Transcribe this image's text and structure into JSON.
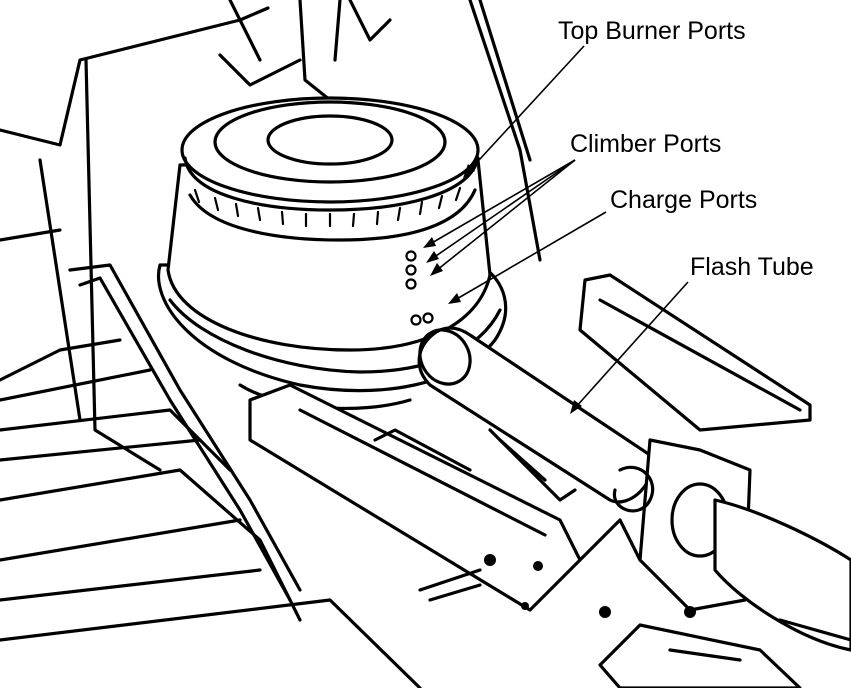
{
  "labels": {
    "top_burner_ports": "Top Burner Ports",
    "climber_ports": "Climber Ports",
    "charge_ports": "Charge Ports",
    "flash_tube": "Flash Tube"
  },
  "colors": {
    "ink": "#000000",
    "background": "#ffffff"
  }
}
